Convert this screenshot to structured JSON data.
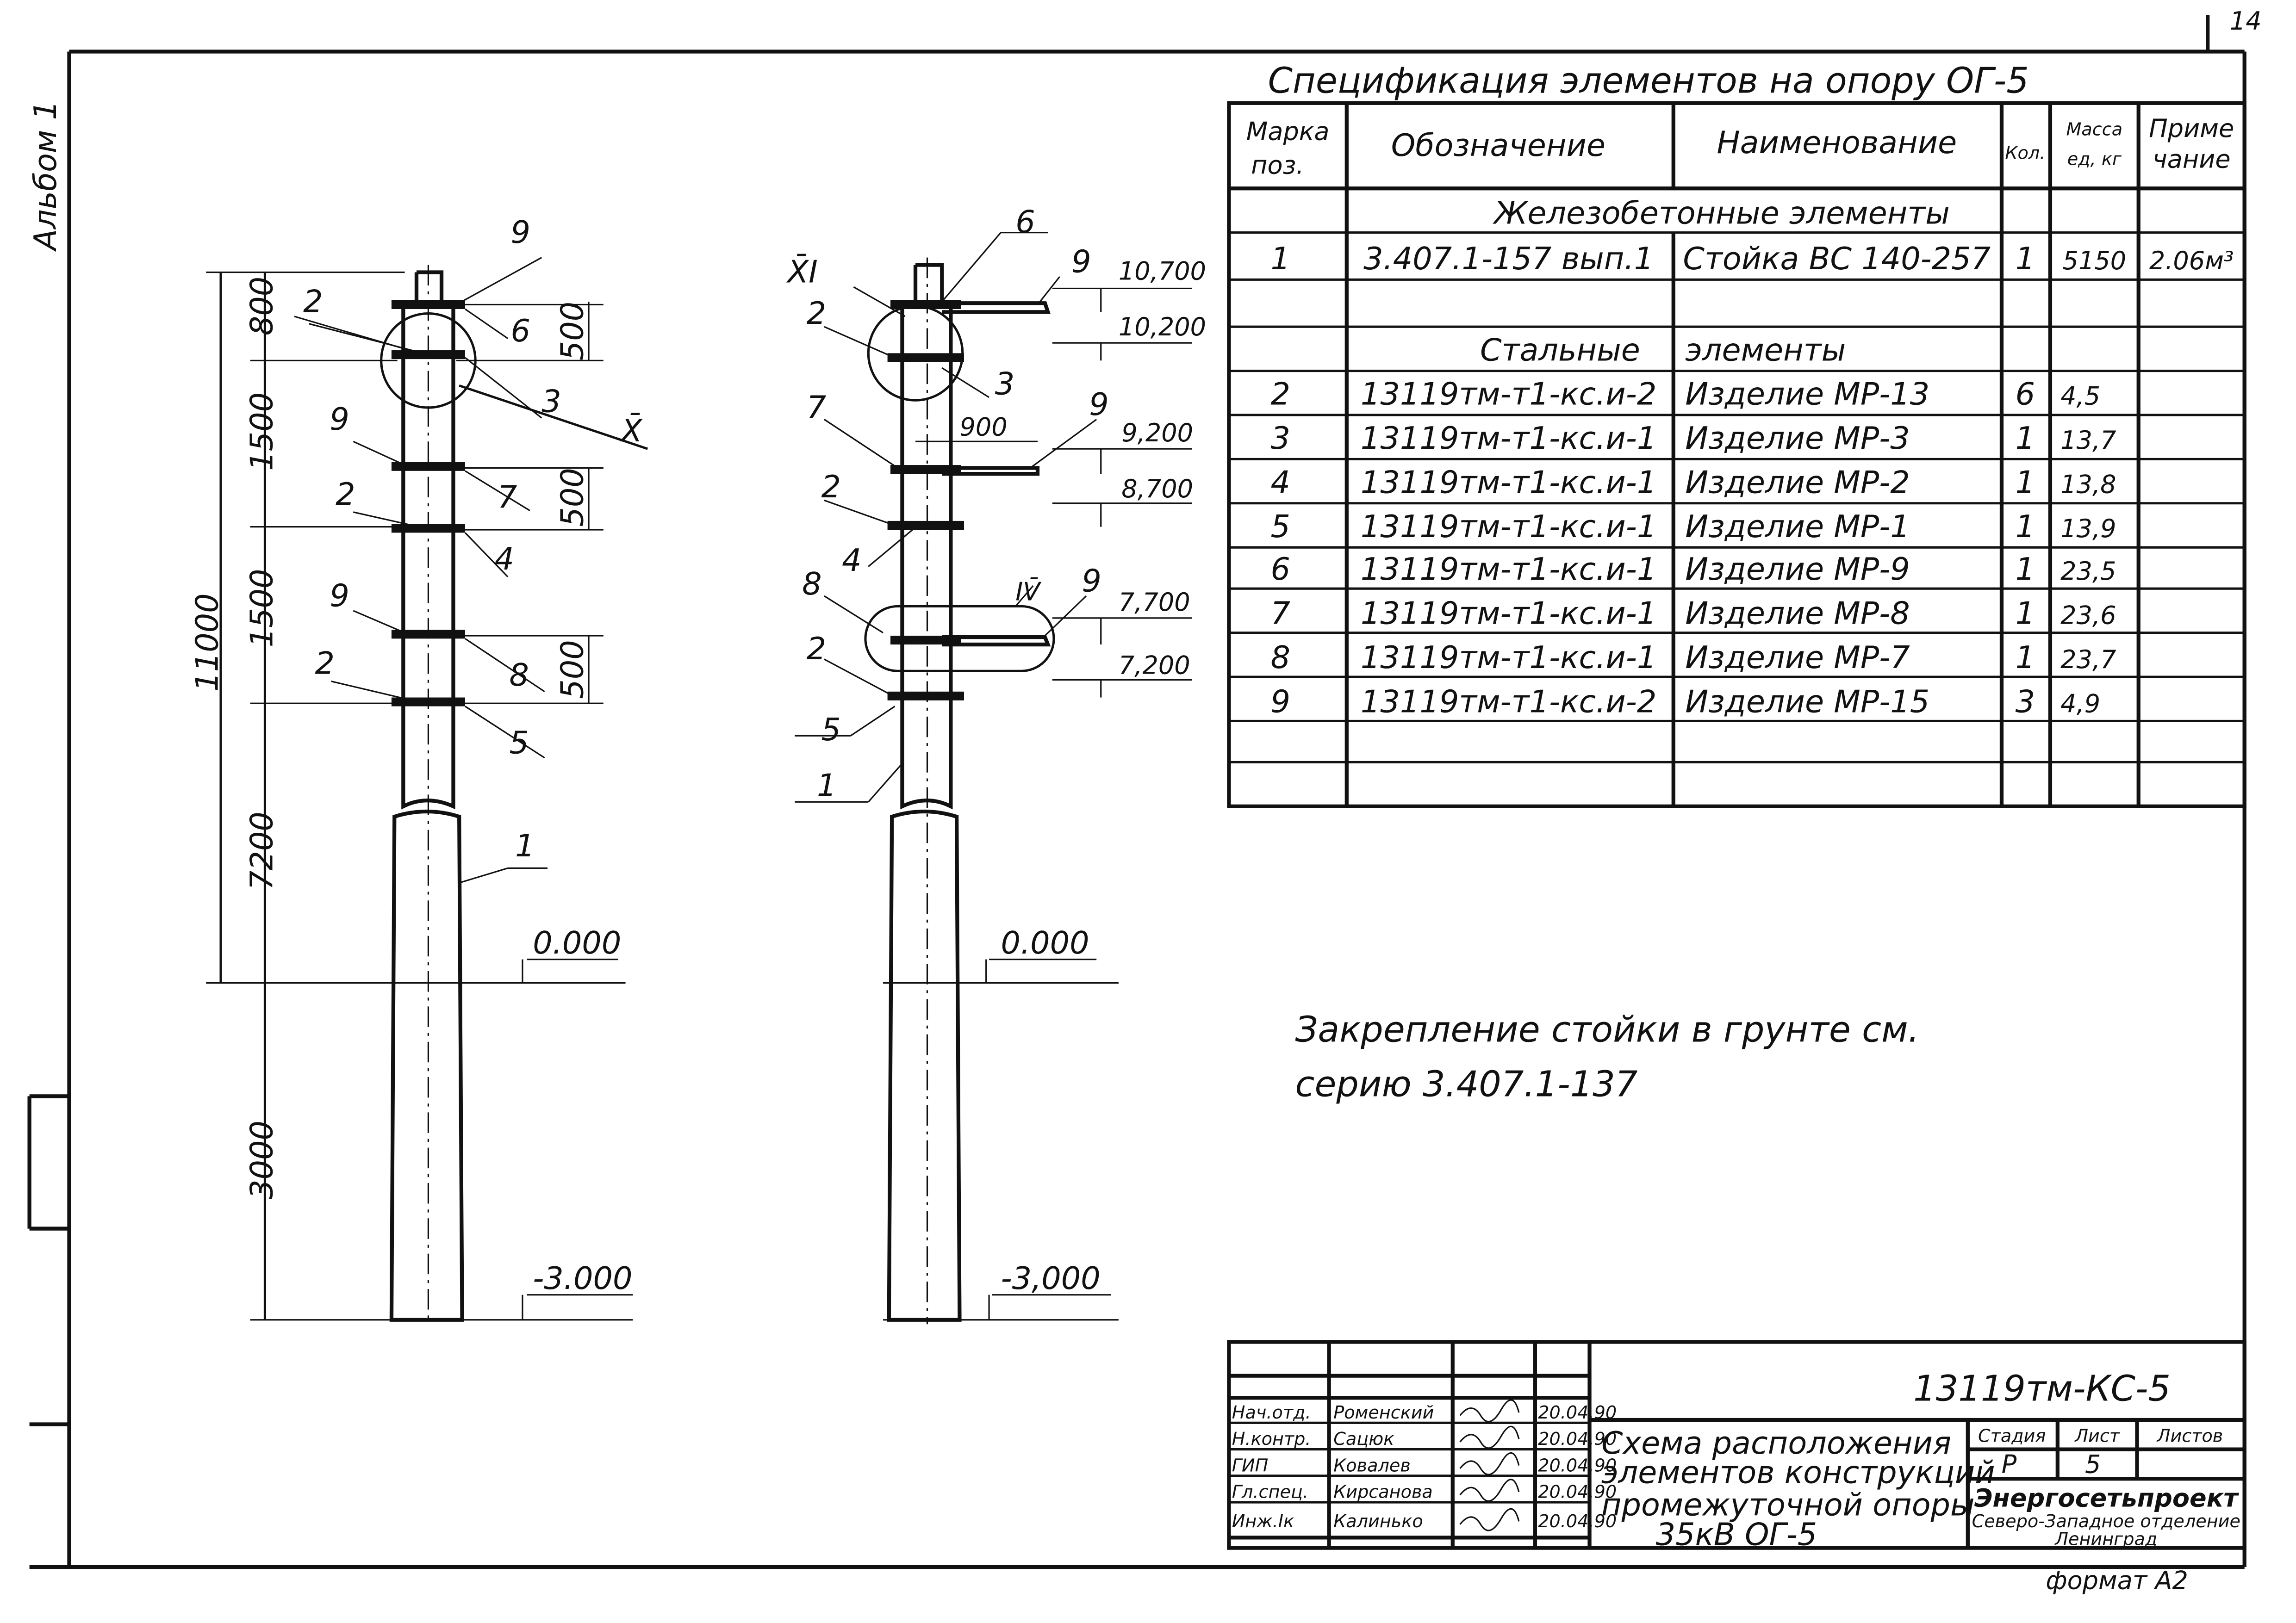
{
  "sheet": {
    "album": "Альбом 1",
    "page_number": "14"
  },
  "spec": {
    "title": "Спецификация элементов на опору ОГ-5",
    "headers": {
      "mark_1": "Марка",
      "mark_2": "поз.",
      "designation": "Обозначение",
      "name": "Наименование",
      "qty": "Кол.",
      "mass_1": "Масса",
      "mass_2": "ед, кг",
      "note_1": "Приме",
      "note_2": "чание"
    },
    "section_concrete": "Железобетонные элементы",
    "concrete_rows": [
      {
        "mark": "1",
        "designation": "3.407.1-157 вып.1",
        "name": "Стойка ВС 140-257",
        "qty": "1",
        "mass": "5150",
        "note": "2.06м³"
      }
    ],
    "section_steel_1": "Стальные",
    "section_steel_2": "элементы",
    "steel_rows": [
      {
        "mark": "2",
        "designation": "13119тм-т1-кс.и-2",
        "name": "Изделие МР-13",
        "qty": "6",
        "mass": "4,5"
      },
      {
        "mark": "3",
        "designation": "13119тм-т1-кс.и-1",
        "name": "Изделие МР-3",
        "qty": "1",
        "mass": "13,7"
      },
      {
        "mark": "4",
        "designation": "13119тм-т1-кс.и-1",
        "name": "Изделие МР-2",
        "qty": "1",
        "mass": "13,8"
      },
      {
        "mark": "5",
        "designation": "13119тм-т1-кс.и-1",
        "name": "Изделие МР-1",
        "qty": "1",
        "mass": "13,9"
      },
      {
        "mark": "6",
        "designation": "13119тм-т1-кс.и-1",
        "name": "Изделие МР-9",
        "qty": "1",
        "mass": "23,5"
      },
      {
        "mark": "7",
        "designation": "13119тм-т1-кс.и-1",
        "name": "Изделие МР-8",
        "qty": "1",
        "mass": "23,6"
      },
      {
        "mark": "8",
        "designation": "13119тм-т1-кс.и-1",
        "name": "Изделие МР-7",
        "qty": "1",
        "mass": "23,7"
      },
      {
        "mark": "9",
        "designation": "13119тм-т1-кс.и-2",
        "name": "Изделие МР-15",
        "qty": "3",
        "mass": "4,9"
      }
    ]
  },
  "note": {
    "line1": "Закрепление стойки в грунте см.",
    "line2": "серию 3.407.1-137"
  },
  "left_view": {
    "dims": {
      "d800": "800",
      "d1500a": "1500",
      "d1500b": "1500",
      "d7200": "7200",
      "d11000": "11000",
      "d3000": "3000",
      "d500a": "500",
      "d500b": "500",
      "d500c": "500"
    },
    "levels": {
      "zero": "0.000",
      "minus3": "-3.000"
    },
    "callouts": {
      "c9a": "9",
      "c2a": "2",
      "c6": "6",
      "c3": "3",
      "cX": "X̄",
      "c9b": "9",
      "c7": "7",
      "c2b": "2",
      "c4": "4",
      "c9c": "9",
      "c8": "8",
      "c2c": "2",
      "c5": "5",
      "c1": "1"
    }
  },
  "right_view": {
    "levels": {
      "l10700": "10,700",
      "l10200": "10,200",
      "l9200": "9,200",
      "l8700": "8,700",
      "l7700": "7,700",
      "l7200": "7,200",
      "zero": "0.000",
      "minus3": "-3,000"
    },
    "dim900": "900",
    "callouts": {
      "c6": "6",
      "c9a": "9",
      "cXI": "X̄I",
      "c2a": "2",
      "c3": "3",
      "c7": "7",
      "c9b": "9",
      "c2b": "2",
      "c4": "4",
      "c8": "8",
      "cIV": "IV̄",
      "c9c": "9",
      "c2c": "2",
      "c5": "5",
      "c1": "1"
    }
  },
  "title_block": {
    "code": "13119тм-КС-5",
    "people": [
      {
        "role": "Нач.отд.",
        "name": "Роменский",
        "date": "20.04.90"
      },
      {
        "role": "Н.контр.",
        "name": "Сацюк",
        "date": "20.04.90"
      },
      {
        "role": "ГИП",
        "name": "Ковалев",
        "date": "20.04.90"
      },
      {
        "role": "Гл.спец.",
        "name": "Кирсанова",
        "date": "20.04.90"
      },
      {
        "role": "Инж.Iк",
        "name": "Калинько",
        "date": "20.04.90"
      }
    ],
    "drawing_title": [
      "Схема расположения",
      "элементов конструкций",
      "промежуточной опоры",
      "35кВ ОГ-5"
    ],
    "stage_label": "Стадия",
    "sheet_label": "Лист",
    "sheets_label": "Листов",
    "stage": "Р",
    "sheet": "5",
    "org_1": "Энергосетьпроект",
    "org_2": "Северо-Западное отделение",
    "org_3": "Ленинград",
    "format": "формат А2"
  }
}
